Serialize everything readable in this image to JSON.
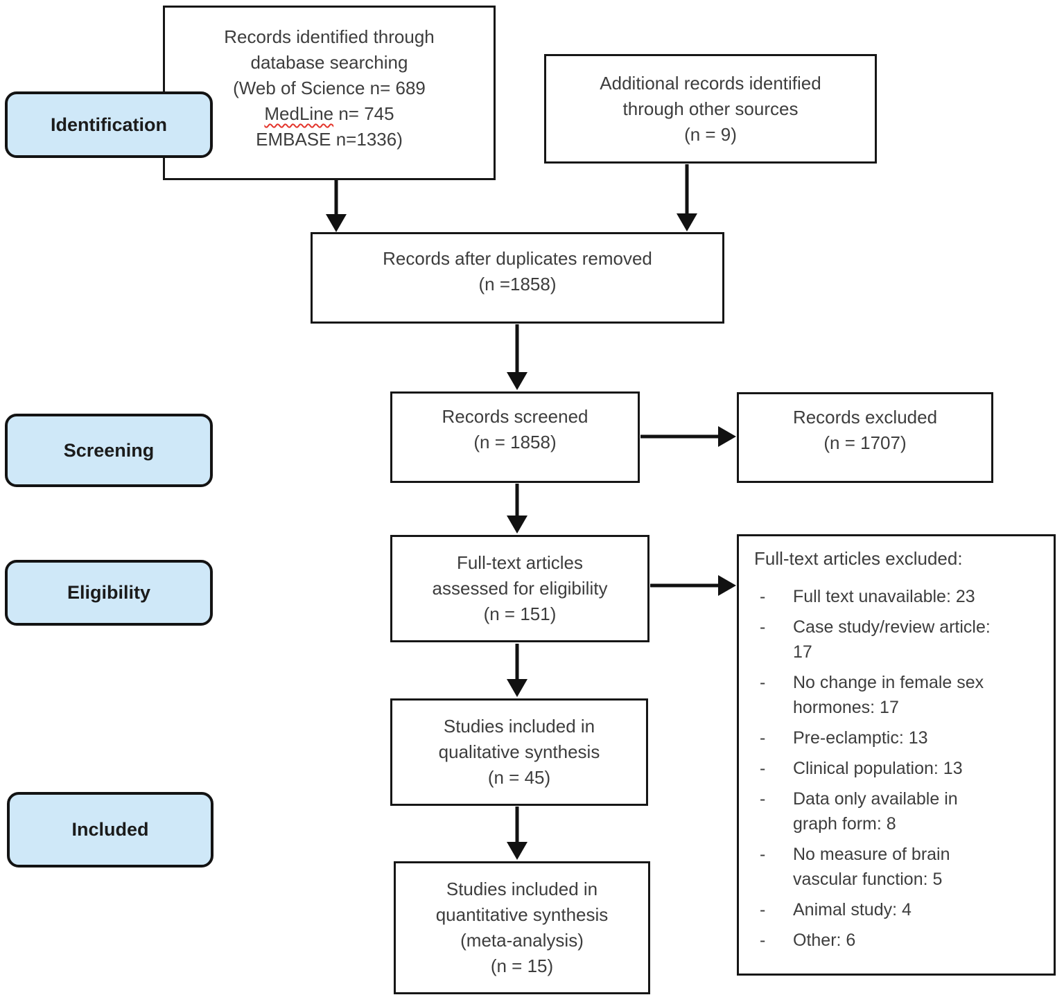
{
  "diagram": {
    "stages": {
      "identification": "Identification",
      "screening": "Screening",
      "eligibility": "Eligibility",
      "included": "Included"
    },
    "identified": {
      "line1": "Records identified through",
      "line2": "database searching",
      "line3": "(Web of Science n= 689",
      "line4_misspelled": "MedLine",
      "line4_rest": " n= 745",
      "line5": "EMBASE n=1336)"
    },
    "additional": {
      "line1": "Additional records identified",
      "line2": "through other sources",
      "line3": "(n = 9)"
    },
    "duplicates_removed": {
      "line1": "Records after duplicates removed",
      "line2": "(n =1858)"
    },
    "screened": {
      "line1": "Records screened",
      "line2": "(n = 1858)"
    },
    "records_excluded": {
      "line1": "Records excluded",
      "line2": "(n = 1707)"
    },
    "fulltext_assessed": {
      "line1": "Full-text articles",
      "line2": "assessed for eligibility",
      "line3": "(n = 151)"
    },
    "fulltext_excluded": {
      "title": "Full-text articles excluded:",
      "lines": [
        {
          "bullet": "-",
          "text": "Full text unavailable: 23"
        },
        {
          "bullet": "-",
          "text": "Case study/review article:"
        },
        {
          "text": "17"
        },
        {
          "bullet": "-",
          "text": "No change in female sex"
        },
        {
          "text": "hormones: 17"
        },
        {
          "bullet": "-",
          "text": "Pre-eclamptic: 13"
        },
        {
          "bullet": "-",
          "text": "Clinical population: 13"
        },
        {
          "bullet": "-",
          "text": "Data only available in"
        },
        {
          "text": "graph form: 8"
        },
        {
          "bullet": "-",
          "text": "No measure of brain"
        },
        {
          "text": "vascular function: 5"
        },
        {
          "bullet": "-",
          "text": "Animal study: 4"
        },
        {
          "bullet": "-",
          "text": "Other: 6"
        }
      ]
    },
    "qualitative": {
      "line1": "Studies included in",
      "line2": "qualitative synthesis",
      "line3": "(n = 45)"
    },
    "quantitative": {
      "line1": "Studies included in",
      "line2": "quantitative synthesis",
      "line3": "(meta-analysis)",
      "line4": "(n = 15)"
    },
    "colors": {
      "stage_fill": "#cfe8f8",
      "border": "#161616",
      "box_text": "#3d3d3d",
      "spellcheck_underline": "#e3342b"
    }
  }
}
